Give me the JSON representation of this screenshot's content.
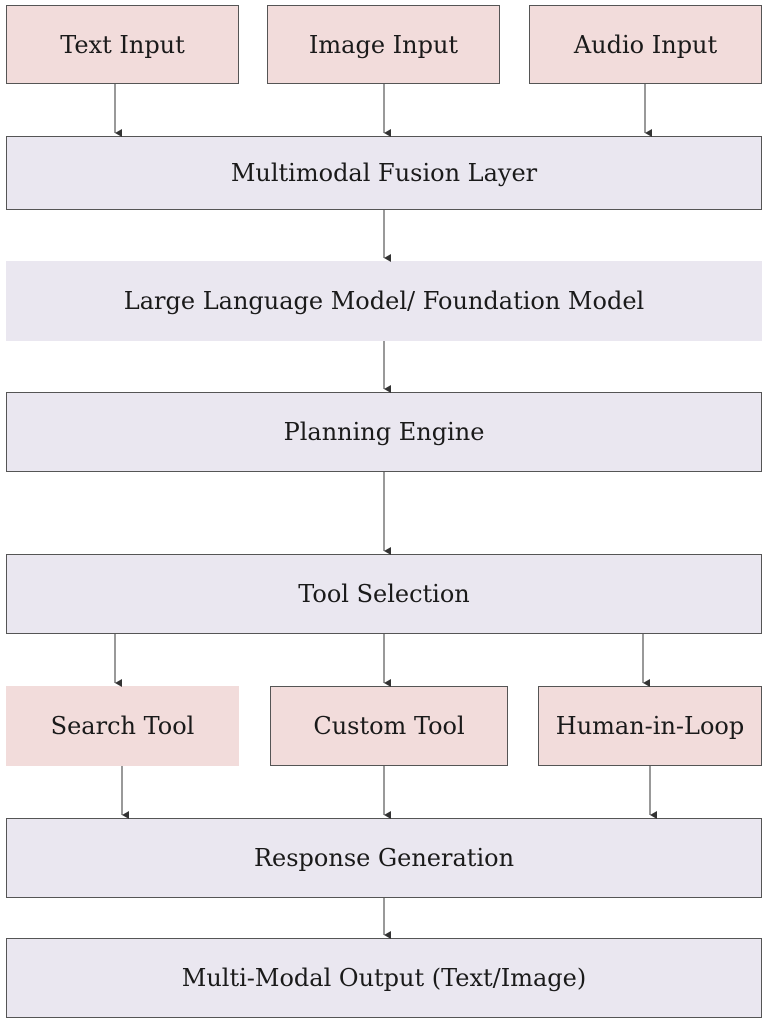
{
  "inputs": {
    "text": "Text Input",
    "image": "Image Input",
    "audio": "Audio Input"
  },
  "fusion": "Multimodal Fusion Layer",
  "llm": "Large Language Model/ Foundation Model",
  "planning": "Planning Engine",
  "tool_selection": "Tool Selection",
  "tools": {
    "search": "Search Tool",
    "custom": "Custom Tool",
    "human": "Human-in-Loop"
  },
  "response": "Response Generation",
  "output": "Multi-Modal Output (Text/Image)",
  "colors": {
    "input_fill": "#f2dcdb",
    "process_fill": "#eae7f0",
    "border": "#555555",
    "arrow": "#333333"
  }
}
